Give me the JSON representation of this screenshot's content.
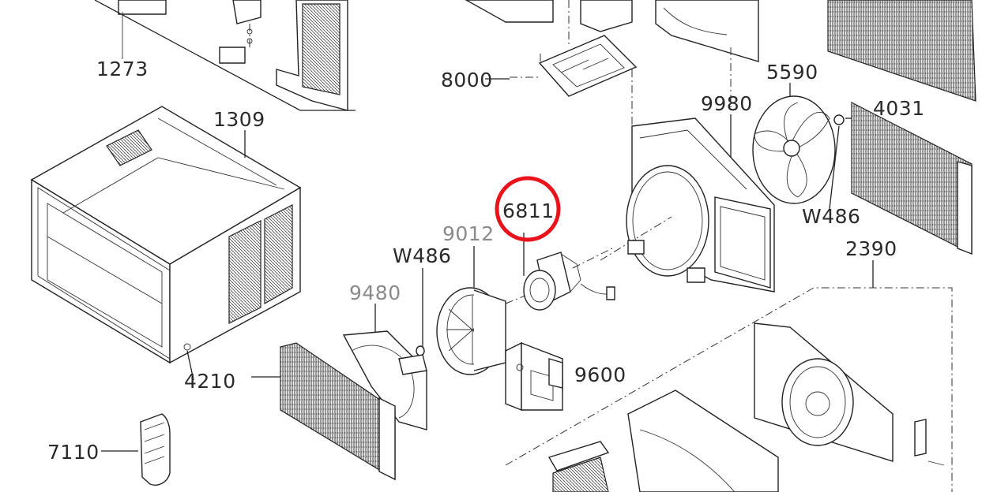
{
  "diagram": {
    "labels": [
      {
        "id": "1273",
        "text": "1273"
      },
      {
        "id": "8000",
        "text": "8000"
      },
      {
        "id": "9980",
        "text": "9980"
      },
      {
        "id": "5590",
        "text": "5590"
      },
      {
        "id": "4031",
        "text": "4031"
      },
      {
        "id": "1309",
        "text": "1309"
      },
      {
        "id": "6811",
        "text": "6811"
      },
      {
        "id": "9012",
        "text": "9012"
      },
      {
        "id": "W486a",
        "text": "W486"
      },
      {
        "id": "W486b",
        "text": "W486"
      },
      {
        "id": "2390",
        "text": "2390"
      },
      {
        "id": "9480",
        "text": "9480"
      },
      {
        "id": "9600",
        "text": "9600"
      },
      {
        "id": "4210",
        "text": "4210"
      },
      {
        "id": "7110",
        "text": "7110"
      }
    ],
    "highlight": {
      "target": "6811",
      "color": "#e8131b"
    },
    "colors": {
      "ink": "#222222",
      "grey_label": "#8a8a8a"
    }
  }
}
